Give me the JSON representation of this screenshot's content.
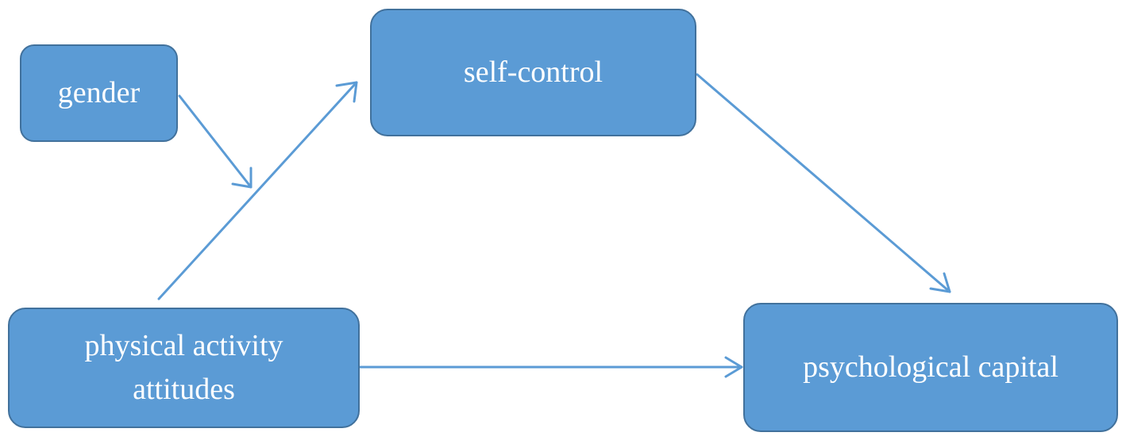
{
  "diagram": {
    "nodes": {
      "gender": {
        "label": "gender"
      },
      "self_control": {
        "label": "self-control"
      },
      "physical_activity_attitudes": {
        "lines": [
          "physical activity",
          "attitudes"
        ]
      },
      "psychological_capital": {
        "label": "psychological capital"
      }
    },
    "edges": [
      {
        "from": "physical activity attitudes",
        "to": "self-control"
      },
      {
        "from": "self-control",
        "to": "psychological capital"
      },
      {
        "from": "physical activity attitudes",
        "to": "psychological capital"
      },
      {
        "from": "gender",
        "to": "physical activity attitudes -> self-control path"
      }
    ],
    "colors": {
      "box_fill": "#5b9bd5",
      "box_border": "#41719c",
      "arrow": "#5b9bd5",
      "text": "#ffffff"
    }
  }
}
